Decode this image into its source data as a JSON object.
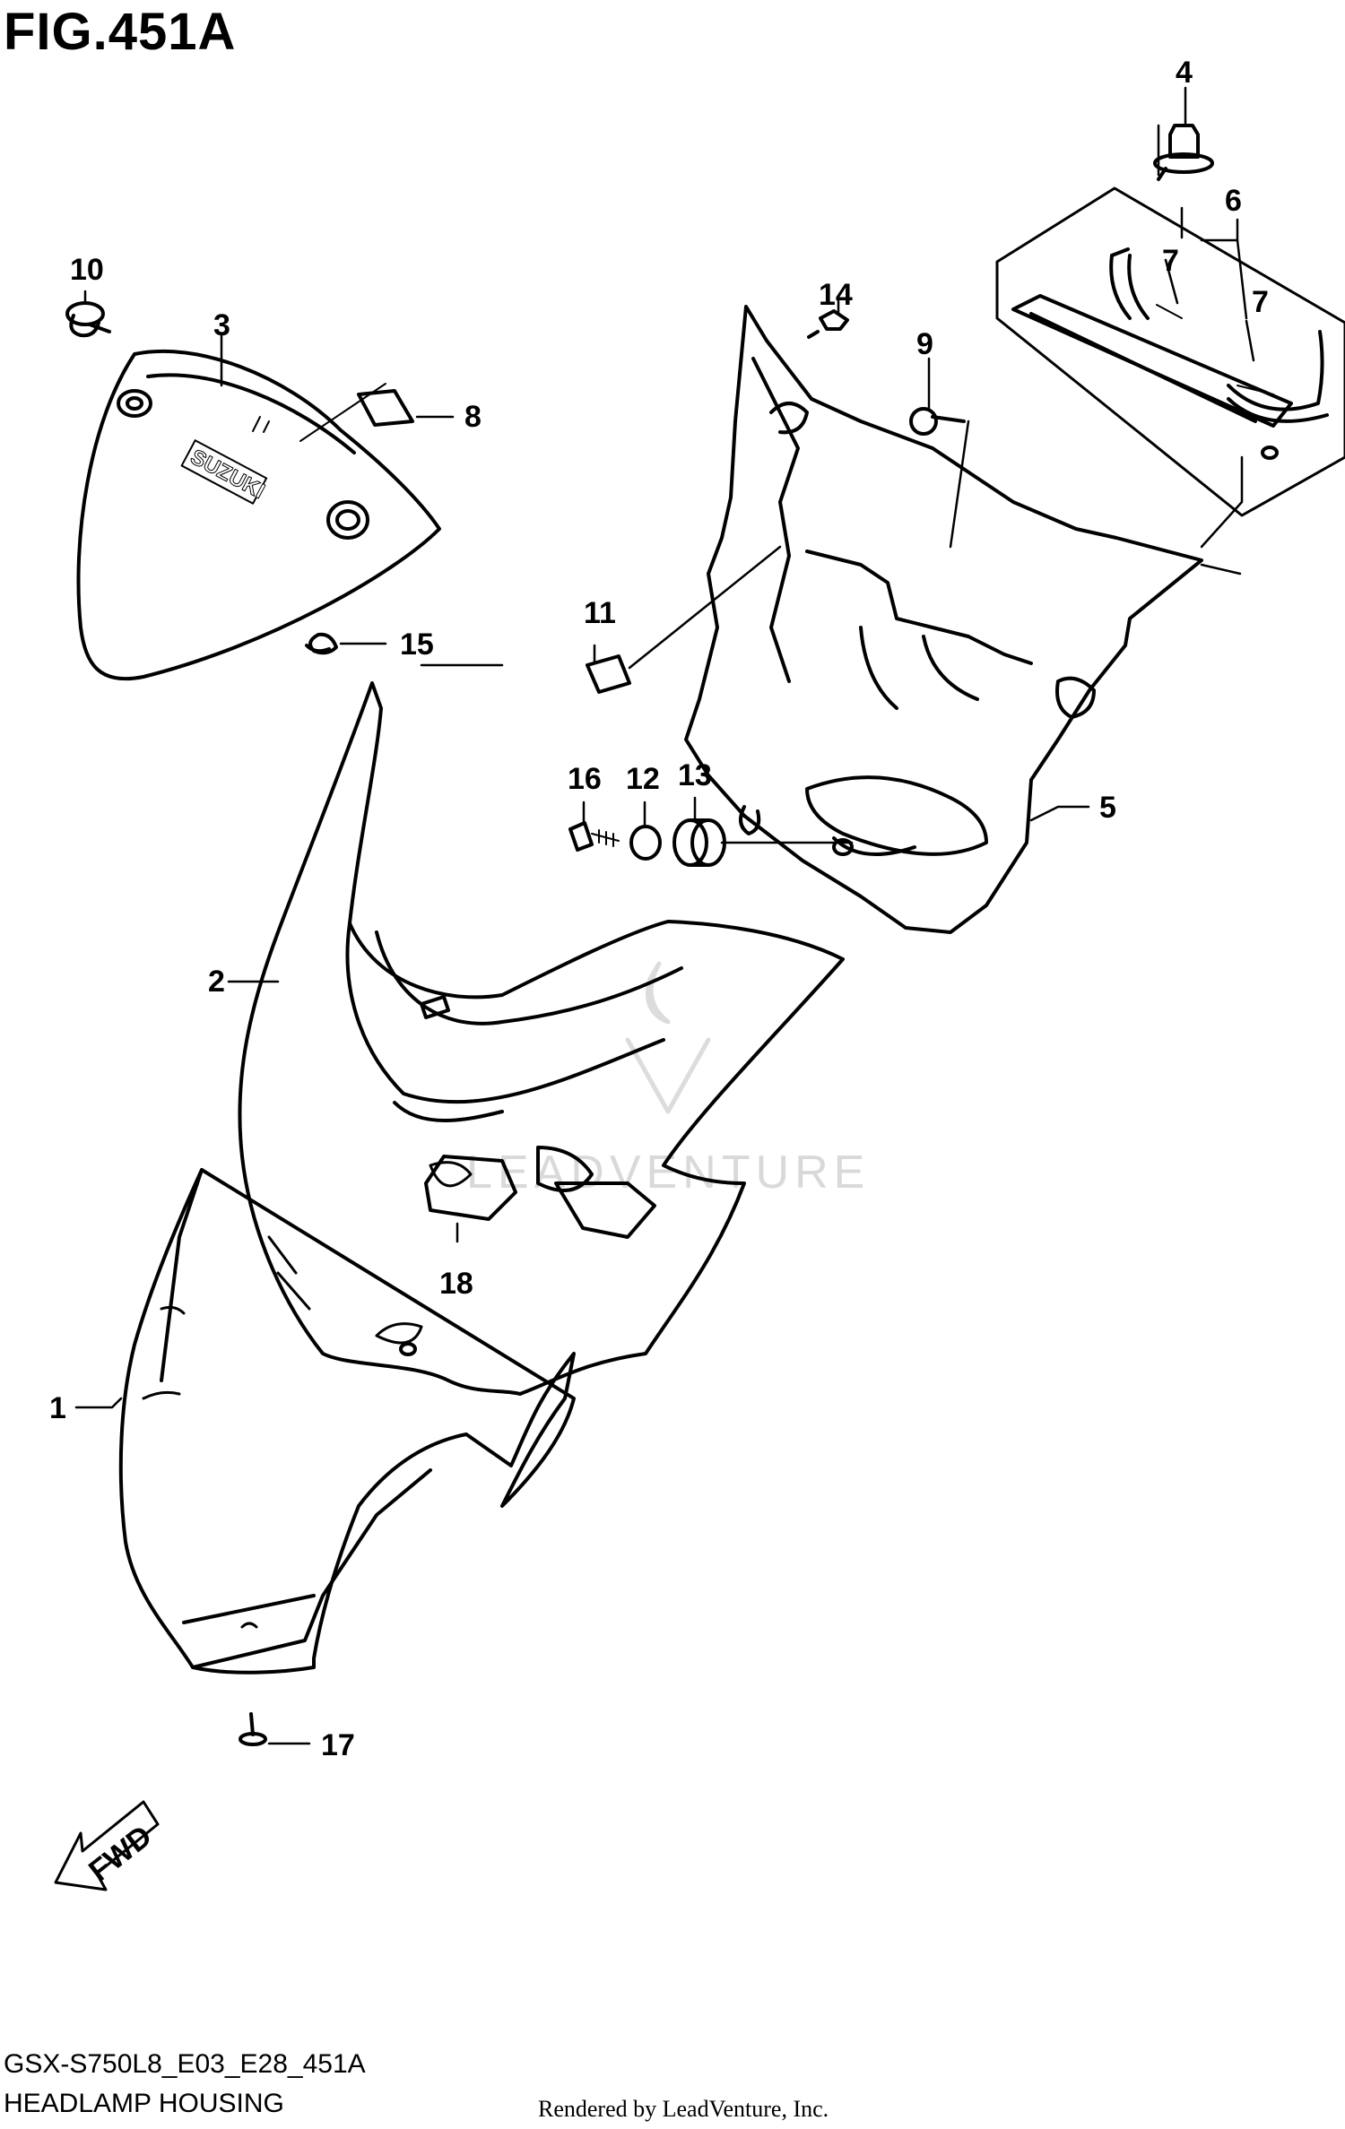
{
  "figure": {
    "title": "FIG.451A",
    "code": "GSX-S750L8_E03_E28_451A",
    "caption": "HEADLAMP HOUSING",
    "rendered_by": "Rendered by LeadVenture, Inc.",
    "watermark": "LEADVENTURE",
    "fwd_label": "FWD",
    "brand_marking": "SUZUKI"
  },
  "callouts": [
    {
      "id": "1",
      "label": "1"
    },
    {
      "id": "2",
      "label": "2"
    },
    {
      "id": "3",
      "label": "3"
    },
    {
      "id": "4",
      "label": "4"
    },
    {
      "id": "5",
      "label": "5"
    },
    {
      "id": "6",
      "label": "6"
    },
    {
      "id": "7a",
      "label": "7"
    },
    {
      "id": "7b",
      "label": "7"
    },
    {
      "id": "8",
      "label": "8"
    },
    {
      "id": "9",
      "label": "9"
    },
    {
      "id": "10",
      "label": "10"
    },
    {
      "id": "11",
      "label": "11"
    },
    {
      "id": "12",
      "label": "12"
    },
    {
      "id": "13",
      "label": "13"
    },
    {
      "id": "14",
      "label": "14"
    },
    {
      "id": "15",
      "label": "15"
    },
    {
      "id": "16",
      "label": "16"
    },
    {
      "id": "17",
      "label": "17"
    },
    {
      "id": "18",
      "label": "18"
    }
  ]
}
